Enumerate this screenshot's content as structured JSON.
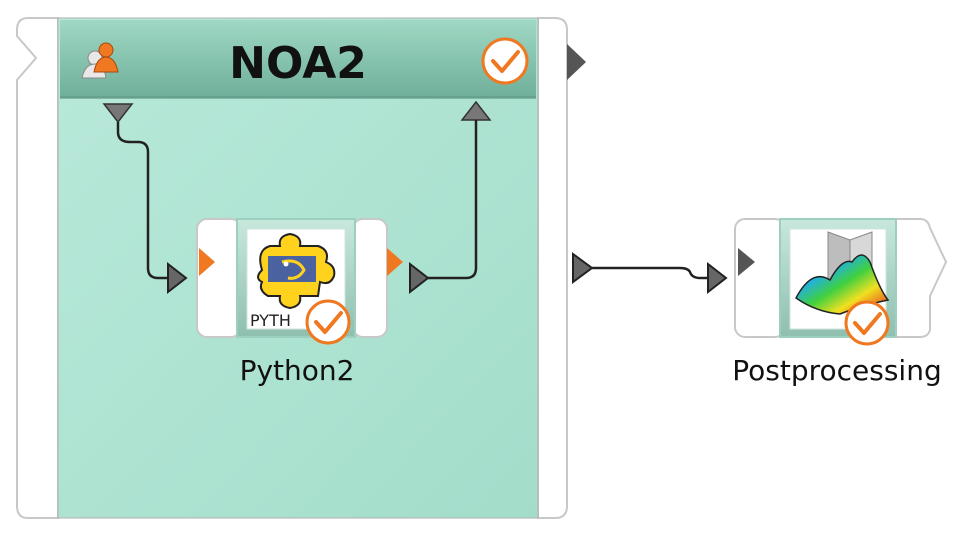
{
  "workflow": {
    "group": {
      "title": "NOA2",
      "status_icon": "check-circle-icon",
      "user_icon": "users-icon"
    },
    "nodes": [
      {
        "id": "python2",
        "label": "Python2",
        "icon_text": "PYTH",
        "icon": "python-puzzle-icon",
        "status_icon": "check-circle-icon"
      },
      {
        "id": "postprocessing",
        "label": "Postprocessing",
        "icon": "surface-plot-icon",
        "status_icon": "check-circle-icon"
      }
    ],
    "connections": [
      {
        "from": "NOA2.input",
        "to": "Python2.input"
      },
      {
        "from": "Python2.output",
        "to": "NOA2.output"
      },
      {
        "from": "NOA2.output",
        "to": "Postprocessing.input"
      }
    ],
    "colors": {
      "group_fill": "#a9e0cf",
      "header_fill": "#7fc4ad",
      "accent_orange": "#f07820",
      "port_gray": "#707070",
      "wire": "#222222"
    }
  }
}
